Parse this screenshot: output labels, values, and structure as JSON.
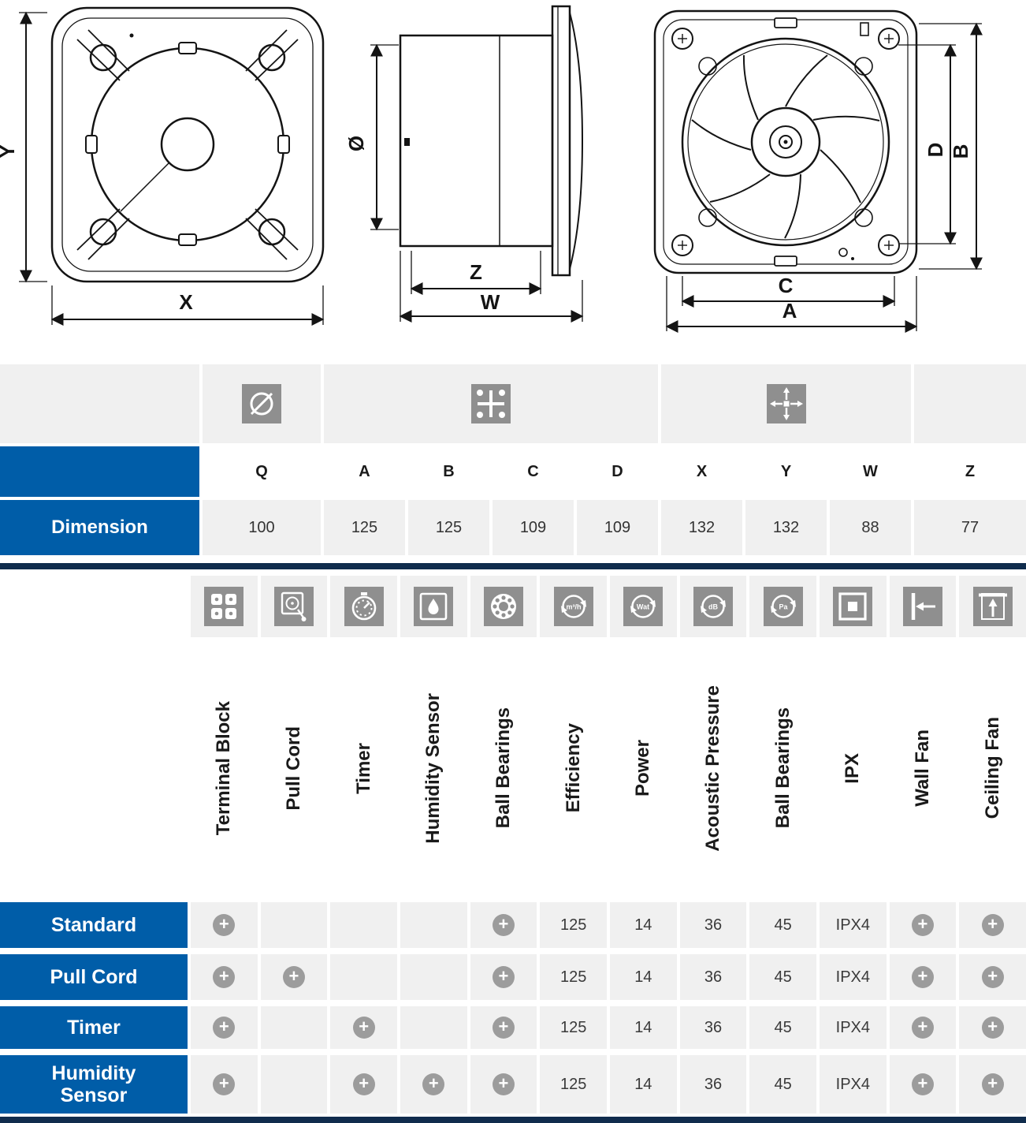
{
  "colors": {
    "accent_blue": "#005da8",
    "navy_bar": "#102c4d",
    "icon_gray": "#8f8f8f",
    "cell_gray": "#f0f0f0",
    "plus_gray": "#9c9c9c"
  },
  "drawings": {
    "front": {
      "width_label": "X",
      "height_label": "Y"
    },
    "side": {
      "diameter_label": "Ø",
      "inner_depth_label": "Z",
      "total_depth_label": "W"
    },
    "back": {
      "width_label": "A",
      "height_label": "B",
      "hole_spacing_h_label": "C",
      "hole_spacing_v_label": "D"
    }
  },
  "dimensions_table": {
    "icons": [
      "diameter",
      "mounting-holes",
      "external-dimensions"
    ],
    "columns": [
      "Q",
      "A",
      "B",
      "C",
      "D",
      "X",
      "Y",
      "W",
      "Z"
    ],
    "row_label": "Dimension",
    "values": [
      "100",
      "125",
      "125",
      "109",
      "109",
      "132",
      "132",
      "88",
      "77"
    ]
  },
  "features_table": {
    "columns": [
      {
        "label": "Terminal Block",
        "icon": "terminal-block"
      },
      {
        "label": "Pull Cord",
        "icon": "pull-cord"
      },
      {
        "label": "Timer",
        "icon": "timer"
      },
      {
        "label": "Humidity Sensor",
        "icon": "humidity-sensor"
      },
      {
        "label": "Ball Bearings",
        "icon": "ball-bearings"
      },
      {
        "label": "Efficiency",
        "icon": "efficiency",
        "badge": "m³/h"
      },
      {
        "label": "Power",
        "icon": "power",
        "badge": "Wat"
      },
      {
        "label": "Acoustic Pressure",
        "icon": "acoustic-pressure",
        "badge": "dB"
      },
      {
        "label": "Ball Bearings",
        "icon": "pressure",
        "badge": "Pa"
      },
      {
        "label": "IPX",
        "icon": "ipx"
      },
      {
        "label": "Wall Fan",
        "icon": "wall-fan"
      },
      {
        "label": "Ceiling Fan",
        "icon": "ceiling-fan"
      }
    ],
    "rows": [
      {
        "label": "Standard",
        "cells": [
          "+",
          "",
          "",
          "",
          "+",
          "125",
          "14",
          "36",
          "45",
          "IPX4",
          "+",
          "+"
        ]
      },
      {
        "label": "Pull Cord",
        "cells": [
          "+",
          "+",
          "",
          "",
          "+",
          "125",
          "14",
          "36",
          "45",
          "IPX4",
          "+",
          "+"
        ]
      },
      {
        "label": "Timer",
        "cells": [
          "+",
          "",
          "+",
          "",
          "+",
          "125",
          "14",
          "36",
          "45",
          "IPX4",
          "+",
          "+"
        ]
      },
      {
        "label": "Humidity Sensor",
        "cells": [
          "+",
          "",
          "+",
          "+",
          "+",
          "125",
          "14",
          "36",
          "45",
          "IPX4",
          "+",
          "+"
        ]
      }
    ]
  }
}
